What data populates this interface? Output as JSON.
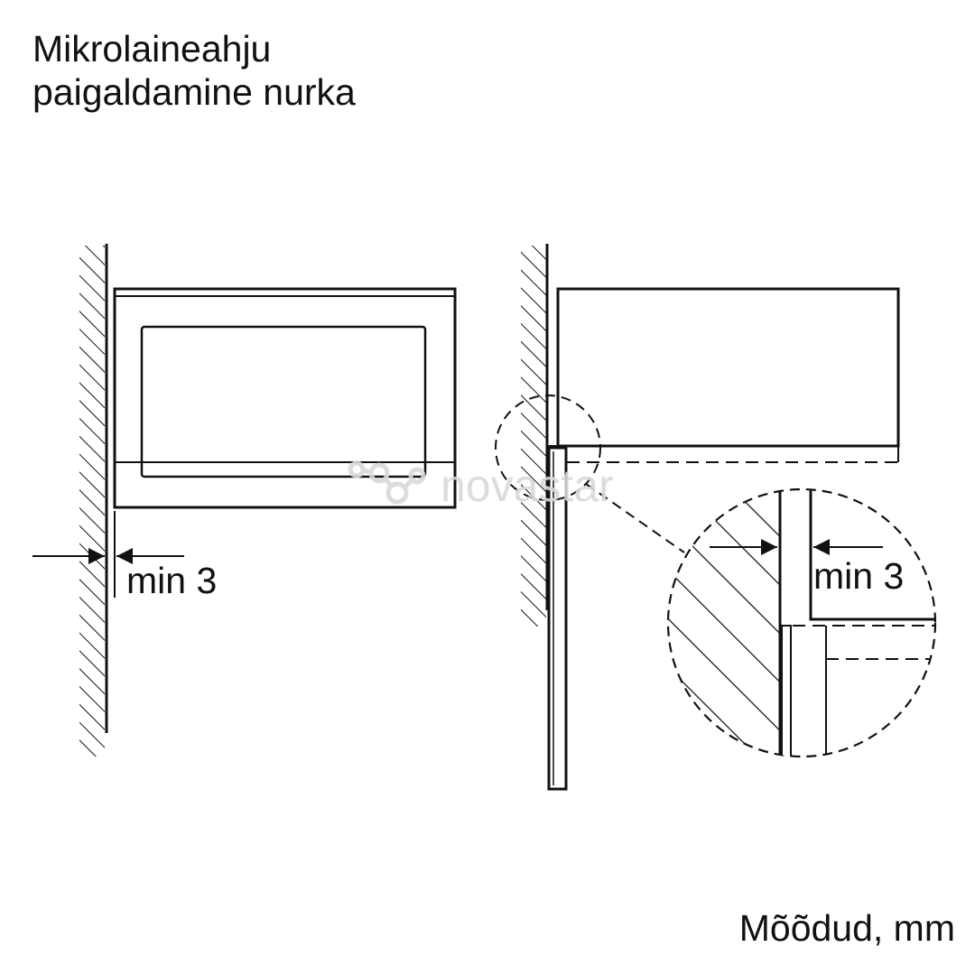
{
  "title": {
    "line1": "Mikrolaineahju",
    "line2": "paigaldamine nurka"
  },
  "dimension_left": "min 3",
  "dimension_detail": "min 3",
  "units_note": "Mõõdud, mm",
  "watermark": "novastar",
  "colors": {
    "ink": "#111111",
    "watermark": "#d9d9d9",
    "background": "#ffffff"
  }
}
